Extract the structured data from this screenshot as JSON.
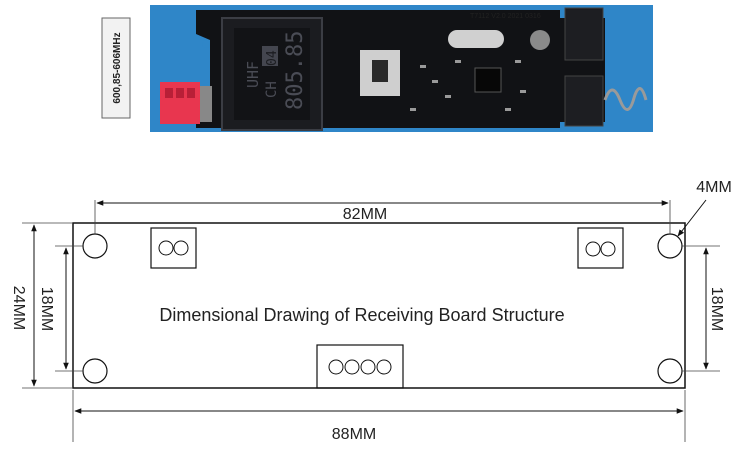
{
  "freq_label": "600,85-606MHz",
  "photo": {
    "pcb_silk": "T7112 V2.0 2021 0316",
    "display": {
      "band": "UHF",
      "ch_label": "CH",
      "channel": "04",
      "frequency": "805.85"
    }
  },
  "drawing": {
    "title": "Dimensional Drawing of Receiving Board Structure",
    "dim_top": "82MM",
    "dim_bottom": "88MM",
    "dim_left_outer": "24MM",
    "dim_left_inner": "18MM",
    "dim_right": "18MM",
    "dim_hole": "4MM"
  },
  "colors": {
    "pcb": "#101114",
    "photo_bg": "#2f86c8",
    "connector": "#e8364f"
  }
}
